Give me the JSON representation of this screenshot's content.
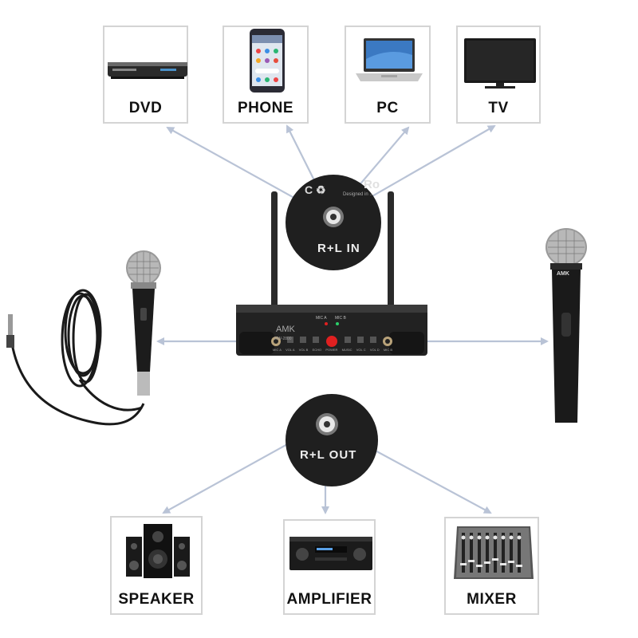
{
  "inputs": [
    {
      "label": "DVD",
      "icon": "dvd-player-icon"
    },
    {
      "label": "PHONE",
      "icon": "smartphone-icon"
    },
    {
      "label": "PC",
      "icon": "laptop-icon"
    },
    {
      "label": "TV",
      "icon": "tv-icon"
    }
  ],
  "outputs": [
    {
      "label": "SPEAKER",
      "icon": "speaker-icon"
    },
    {
      "label": "AMPLIFIER",
      "icon": "amplifier-icon"
    },
    {
      "label": "MIXER",
      "icon": "mixer-icon"
    }
  ],
  "input_port_label": "R+L IN",
  "output_port_label": "R+L OUT",
  "receiver": {
    "brand": "AMK",
    "model": "MW-2800",
    "indicators": [
      "MIC A",
      "MIC B"
    ],
    "panel_labels": [
      "MIC A",
      "VOL A",
      "VOL B",
      "ECHO",
      "POWER",
      "MUSIC",
      "VOL C",
      "VOL D",
      "MIC B"
    ]
  },
  "handheld_mic": {
    "brand": "AMK"
  },
  "port_badge_text": "Ro",
  "port_badge_small": "Designed in ...",
  "colors": {
    "arrow": "#b9c3d6",
    "box_border": "#d4d4d4",
    "device_dark": "#1e1e1e",
    "power_button": "#e02020"
  }
}
